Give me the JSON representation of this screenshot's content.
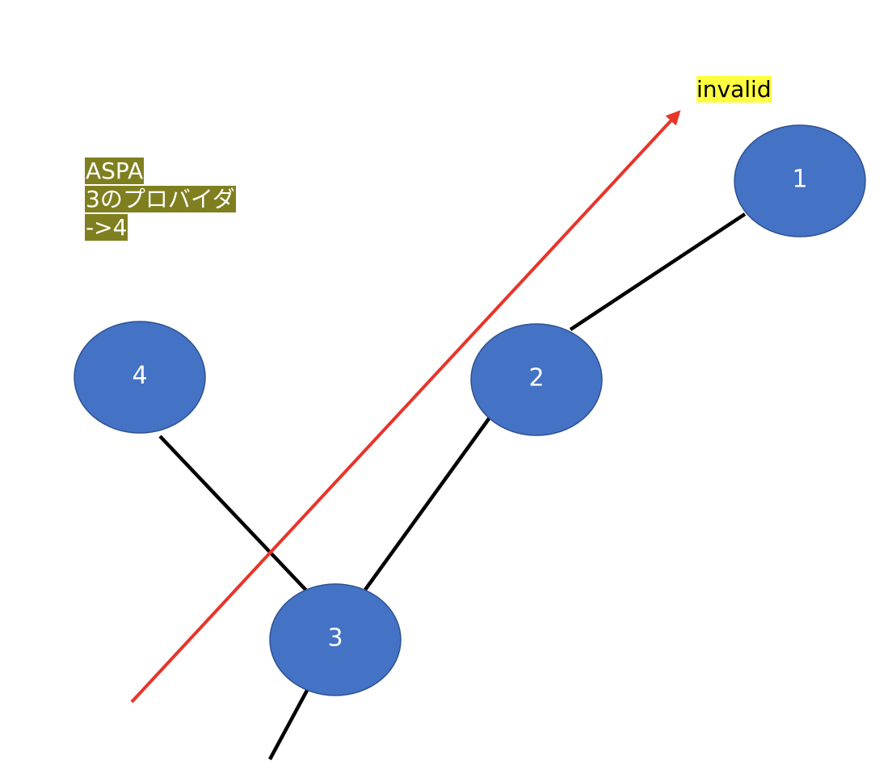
{
  "nodes": [
    {
      "id": "node-1",
      "label": "1"
    },
    {
      "id": "node-2",
      "label": "2"
    },
    {
      "id": "node-3",
      "label": "3"
    },
    {
      "id": "node-4",
      "label": "4"
    }
  ],
  "aspa_note": {
    "lines": [
      "ASPA",
      "3のプロバイダ",
      "->4"
    ]
  },
  "invalid_label": "invalid",
  "colors": {
    "node_fill": "#4472c4",
    "node_stroke": "#2f528f",
    "edge": "#000000",
    "arrow": "#e8342a",
    "note_background": "#7f7f1f",
    "invalid_background": "#ffff40"
  }
}
